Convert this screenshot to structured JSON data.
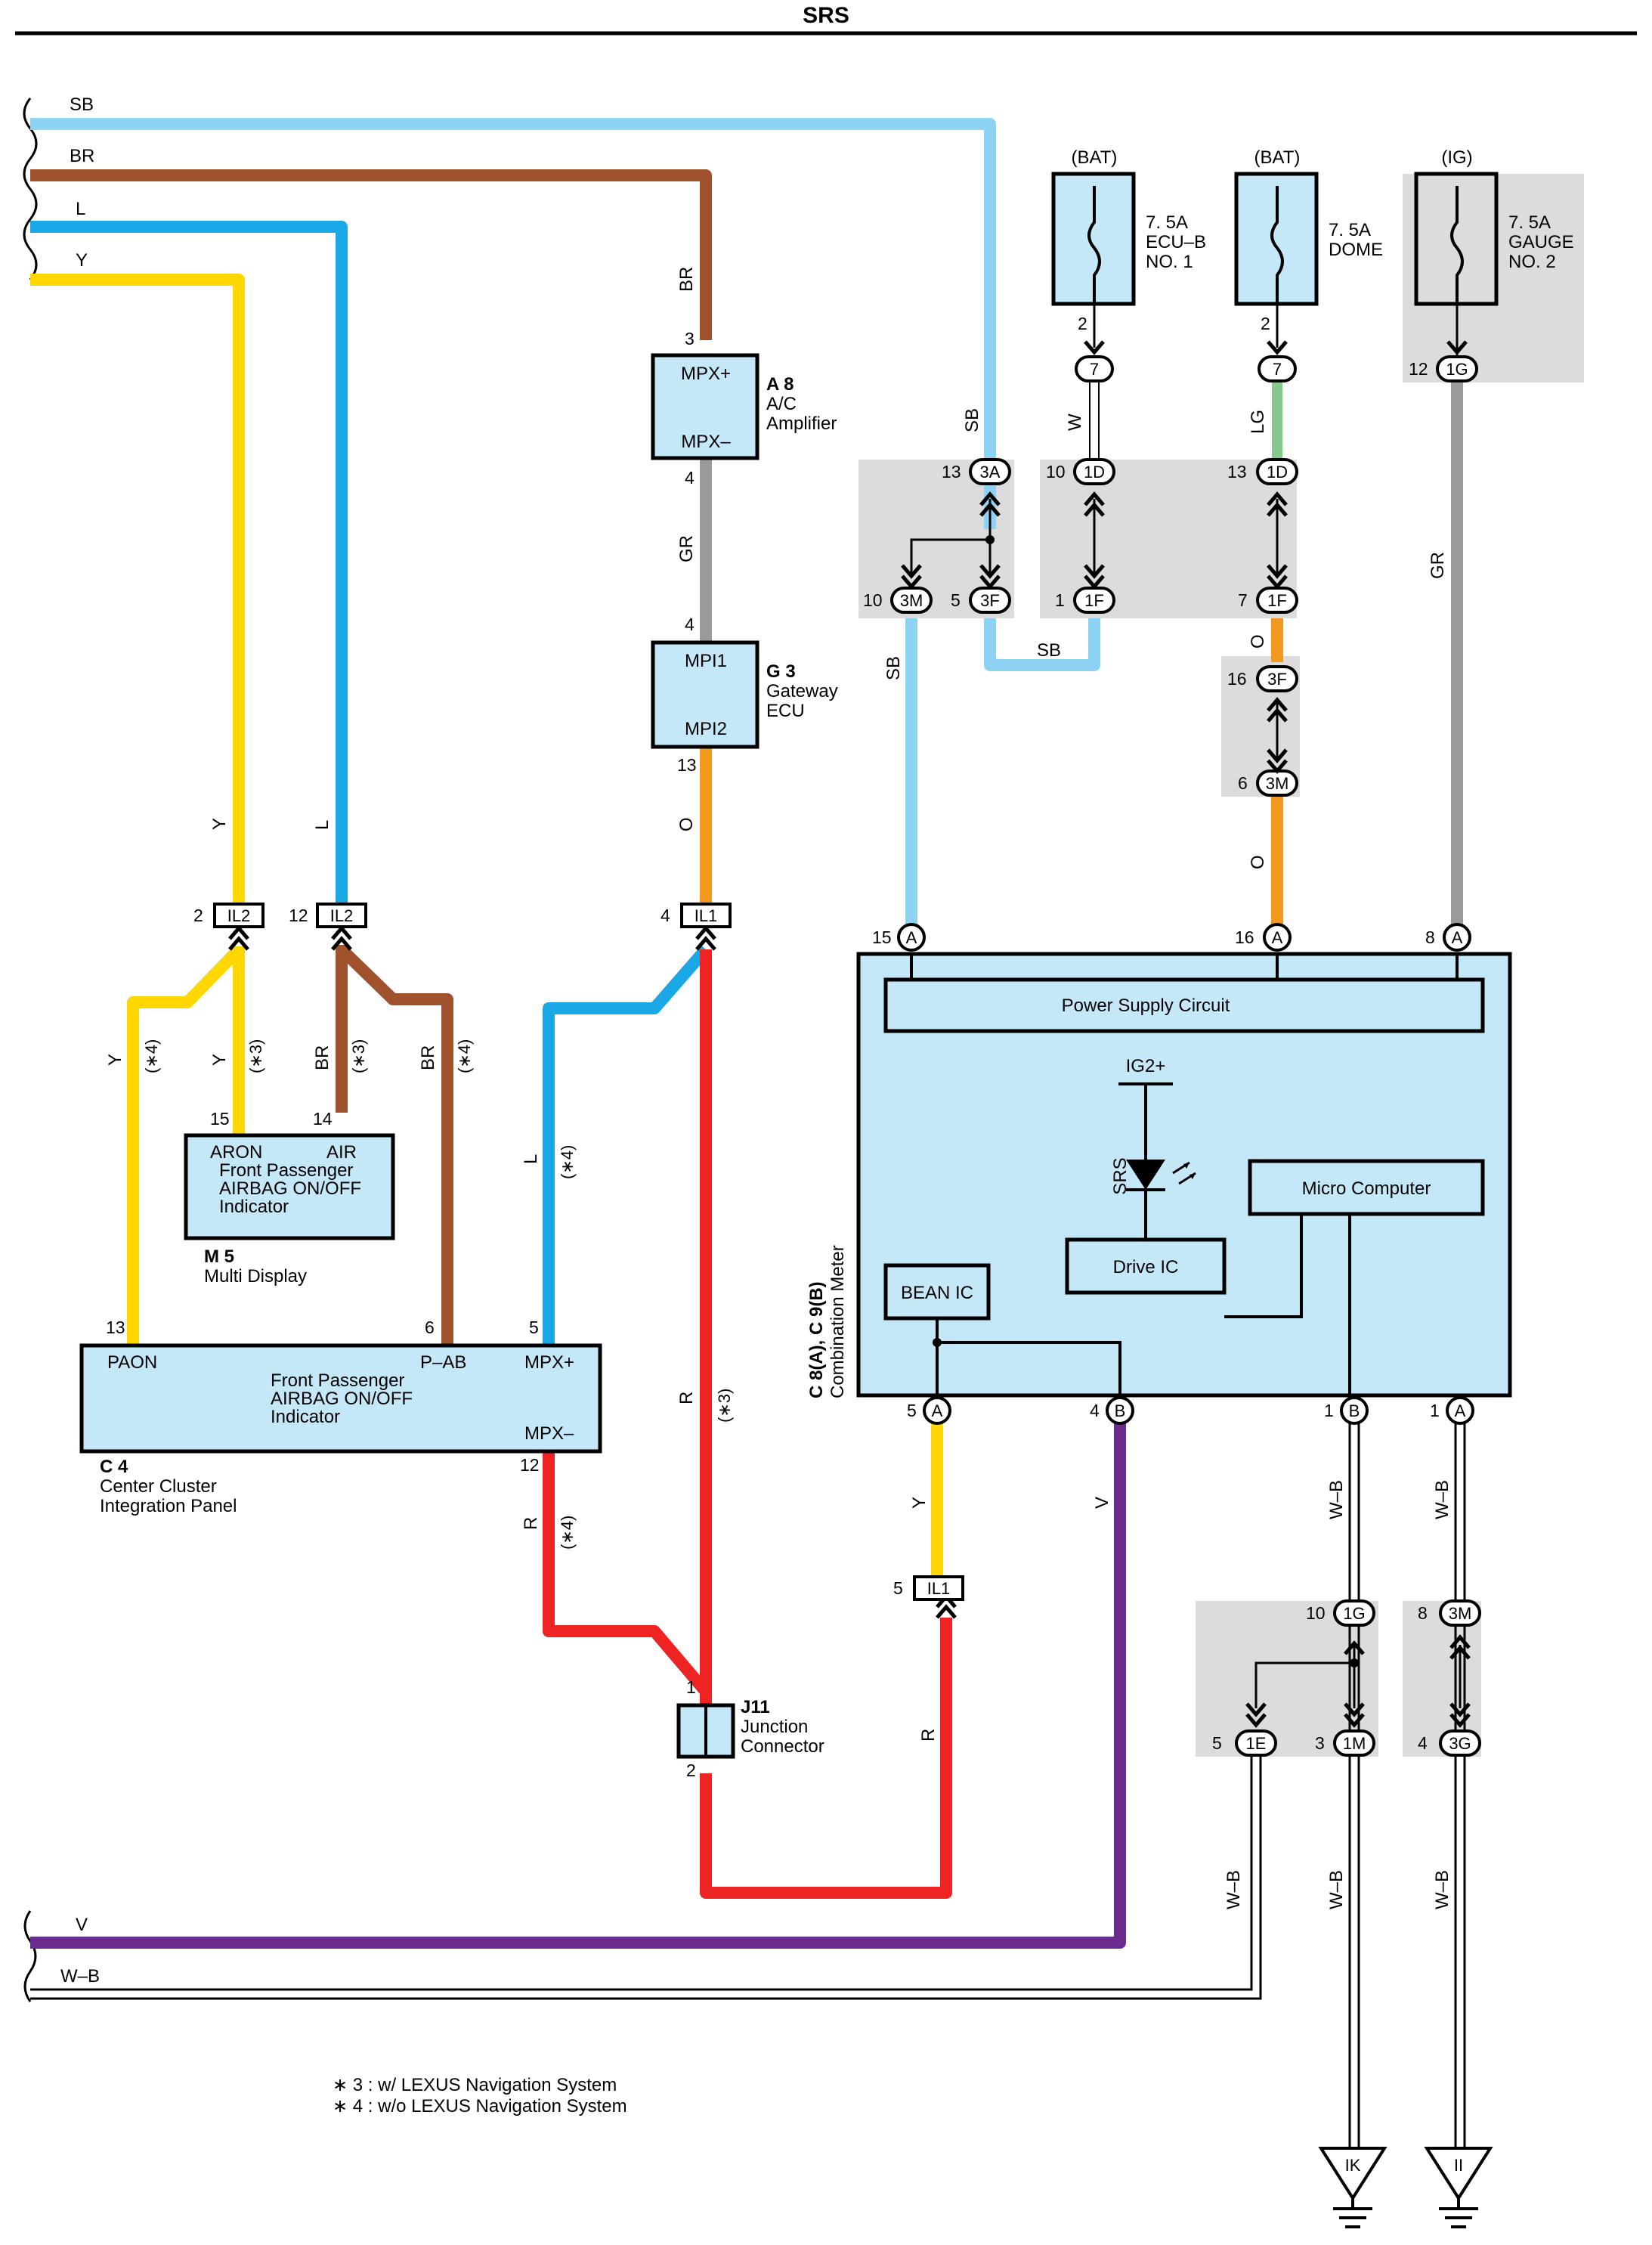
{
  "page": {
    "title": "SRS"
  },
  "colors": {
    "SB": "#8fd3f4",
    "BR": "#a0522d",
    "L": "#1aa7e6",
    "Y": "#ffd700",
    "GR": "#9a9a9a",
    "O": "#f39a1e",
    "R": "#ee2424",
    "V": "#6b2b8e",
    "W": "#ffffff",
    "LG": "#86c98e",
    "WB": "#ffffff",
    "box": "#c5e8f8",
    "shade": "#dcdcdc"
  },
  "wires": {
    "sb": "SB",
    "br": "BR",
    "l": "L",
    "y": "Y",
    "gr": "GR",
    "o": "O",
    "r": "R",
    "v": "V",
    "w": "W",
    "lg": "LG",
    "wb": "W–B"
  },
  "fuses": {
    "ecub": {
      "source": "(BAT)",
      "rating": "7. 5A",
      "name1": "ECU–B",
      "name2": "NO. 1"
    },
    "dome": {
      "source": "(BAT)",
      "rating": "7. 5A",
      "name1": "DOME"
    },
    "gauge": {
      "source": "(IG)",
      "rating": "7. 5A",
      "name1": "GAUGE",
      "name2": "NO. 2"
    }
  },
  "connectors": {
    "c7": "7",
    "c3A": "3A",
    "c3M": "3M",
    "c3F": "3F",
    "c1D": "1D",
    "c1F": "1F",
    "c1G": "1G",
    "cIL2": "IL2",
    "cIL1": "IL1",
    "cA": "A",
    "cB": "B",
    "c1E": "1E",
    "c1M": "1M",
    "c3G": "3G"
  },
  "pins": {
    "p2": "2",
    "p3": "3",
    "p4": "4",
    "p5": "5",
    "p6": "6",
    "p7": "7",
    "p8": "8",
    "p1": "1",
    "p10": "10",
    "p12": "12",
    "p13": "13",
    "p14": "14",
    "p15": "15",
    "p16": "16"
  },
  "notes": {
    "n3": "(∗3)",
    "n4": "(∗4)"
  },
  "components": {
    "a8": {
      "id": "A 8",
      "name1": "A/C",
      "name2": "Amplifier",
      "t1": "MPX+",
      "t2": "MPX–"
    },
    "g3": {
      "id": "G 3",
      "name1": "Gateway",
      "name2": "ECU",
      "t1": "MPI1",
      "t2": "MPI2"
    },
    "m5": {
      "id": "M 5",
      "name": "Multi Display",
      "t1": "ARON",
      "t2": "AIR",
      "l1": "Front Passenger",
      "l2": "AIRBAG ON/OFF",
      "l3": "Indicator"
    },
    "c4": {
      "id": "C 4",
      "name1": "Center Cluster",
      "name2": "Integration Panel",
      "t1": "PAON",
      "t2": "P–AB",
      "t3": "MPX+",
      "t4": "MPX–",
      "l1": "Front Passenger",
      "l2": "AIRBAG ON/OFF",
      "l3": "Indicator"
    },
    "j11": {
      "id": "J11",
      "name1": "Junction",
      "name2": "Connector"
    },
    "meter": {
      "id": "C 8(A), C 9(B)",
      "name": "Combination Meter",
      "psc": "Power Supply Circuit",
      "ig2": "IG2+",
      "srs": "SRS",
      "micro": "Micro Computer",
      "drive": "Drive IC",
      "bean": "BEAN IC"
    }
  },
  "grounds": {
    "ik": "IK",
    "ii": "II"
  },
  "footnotes": [
    "∗ 3 : w/ LEXUS Navigation System",
    "∗ 4 : w/o LEXUS Navigation System"
  ]
}
